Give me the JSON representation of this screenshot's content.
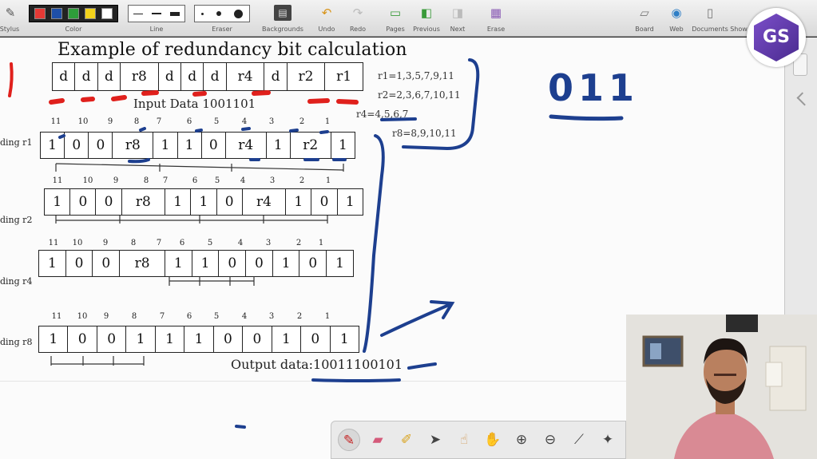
{
  "toolbar": {
    "labels": {
      "stylus": "Stylus",
      "color": "Color",
      "line": "Line",
      "eraser": "Eraser",
      "backgrounds": "Backgrounds",
      "undo": "Undo",
      "redo": "Redo",
      "pages": "Pages",
      "previous": "Previous",
      "next": "Next",
      "erase": "Erase",
      "board": "Board",
      "web": "Web",
      "documents": "Documents",
      "show": "Show"
    },
    "colors": [
      "#e53935",
      "#1e4fa8",
      "#2e9e3a",
      "#f3d21b",
      "#ffffff"
    ]
  },
  "slide": {
    "title": "Example of redundancy bit calculation",
    "top_row": [
      "d",
      "d",
      "d",
      "r8",
      "d",
      "d",
      "d",
      "r4",
      "d",
      "r2",
      "r1"
    ],
    "input_label": "Input Data 1001101",
    "positions": [
      "11",
      "10",
      "9",
      "8",
      "7",
      "6",
      "5",
      "4",
      "3",
      "2",
      "1"
    ],
    "rows": [
      {
        "label": "ding r1",
        "cells": [
          "1",
          "0",
          "0",
          "r8",
          "1",
          "1",
          "0",
          "r4",
          "1",
          "r2",
          "1"
        ]
      },
      {
        "label": "ding r2",
        "cells": [
          "1",
          "0",
          "0",
          "r8",
          "1",
          "1",
          "0",
          "r4",
          "1",
          "0",
          "1"
        ]
      },
      {
        "label": "ding r4",
        "cells": [
          "1",
          "0",
          "0",
          "r8",
          "1",
          "1",
          "0",
          "0",
          "1",
          "0",
          "1"
        ]
      },
      {
        "label": "ding r8",
        "cells": [
          "1",
          "0",
          "0",
          "1",
          "1",
          "1",
          "0",
          "0",
          "1",
          "0",
          "1"
        ]
      }
    ],
    "formulas": {
      "r1": "r1=1,3,5,7,9,11",
      "r2": "r2=2,3,6,7,10,11",
      "r4": "r4=4,5,6,7",
      "r8": "r8=8,9,10,11"
    },
    "output_label": "Output data:10011100101"
  },
  "annotation": {
    "handwritten_result": "011",
    "pen_colors": {
      "red": "#e0201c",
      "blue": "#1d3f8f"
    }
  },
  "logo_text": "GS"
}
